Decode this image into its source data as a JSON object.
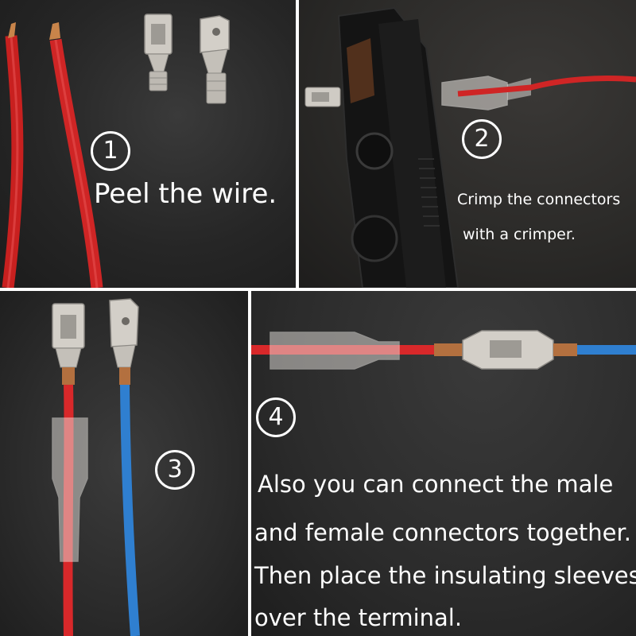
{
  "steps": [
    {
      "number": "1",
      "text": "Peel the wire."
    },
    {
      "number": "2",
      "lines": [
        "Crimp the connectors",
        "with a crimper."
      ]
    },
    {
      "number": "3"
    },
    {
      "number": "4",
      "lines": [
        "Also you can connect the male",
        "and female connectors together.",
        "Then place the insulating sleeves",
        "over the terminal."
      ]
    }
  ],
  "colors": {
    "red_wire": "#d8282a",
    "blue_wire": "#2f7fd0",
    "metal": "#c9c6c0",
    "copper": "#c8844a"
  },
  "icons": [
    "red-wire",
    "blue-wire",
    "female-spade-connector",
    "male-spade-connector",
    "crimper-tool",
    "insulating-sleeve"
  ]
}
